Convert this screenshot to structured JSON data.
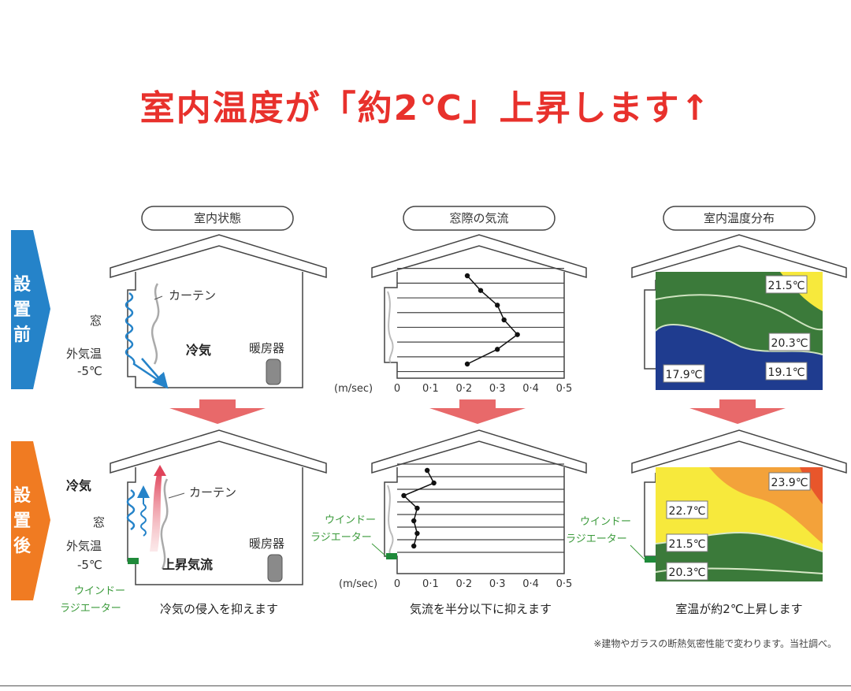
{
  "title": "室内温度が「約2℃」上昇します↑",
  "panels": {
    "indoor": "室内状態",
    "airflow": "窓際の気流",
    "temp": "室内温度分布"
  },
  "rows": {
    "before": "設置前",
    "after": "設置後"
  },
  "labels": {
    "curtain": "カーテン",
    "window": "窓",
    "outside_temp": "外気温",
    "outside_value": "-5℃",
    "cold_air": "冷気",
    "heater": "暖房器",
    "rising_air": "上昇気流",
    "radiator_line1": "ウインドー",
    "radiator_line2": "ラジエーター"
  },
  "axis": {
    "unit": "(m/sec)",
    "ticks": [
      "0",
      "0·1",
      "0·2",
      "0·3",
      "0·4",
      "0·5"
    ]
  },
  "temps_before": [
    "21.5℃",
    "20.3℃",
    "17.9℃",
    "19.1℃"
  ],
  "temps_after": [
    "23.9℃",
    "22.7℃",
    "21.5℃",
    "20.3℃"
  ],
  "captions": {
    "indoor": "冷気の侵入を抑えます",
    "airflow": "気流を半分以下に抑えます",
    "temp": "室温が約2℃上昇します"
  },
  "footnote": "※建物やガラスの断熱気密性能で変わります。当社調べ。",
  "chart_data": [
    {
      "type": "line",
      "xlabel": "(m/sec)",
      "xlim": [
        0,
        0.5
      ],
      "series": [
        {
          "x": [
            0.21,
            0.25,
            0.3,
            0.32,
            0.36,
            0.3,
            0.21
          ],
          "y": [
            1,
            2,
            3,
            4,
            5,
            6,
            7
          ]
        }
      ]
    },
    {
      "type": "line",
      "xlabel": "(m/sec)",
      "xlim": [
        0,
        0.5
      ],
      "series": [
        {
          "x": [
            0.09,
            0.11,
            0.02,
            0.06,
            0.05,
            0.06,
            0.05
          ],
          "y": [
            1,
            2,
            3,
            4,
            5,
            6,
            7
          ]
        }
      ]
    }
  ],
  "colors": {
    "title": "#e8312c",
    "blue_tab": "#2583c9",
    "orange_tab": "#f07b22",
    "arrow": "#e8696a",
    "dark_green": "#3b7a3a",
    "navy": "#1f3c8f",
    "yellow": "#f7e93c",
    "orange": "#f3a23a"
  }
}
